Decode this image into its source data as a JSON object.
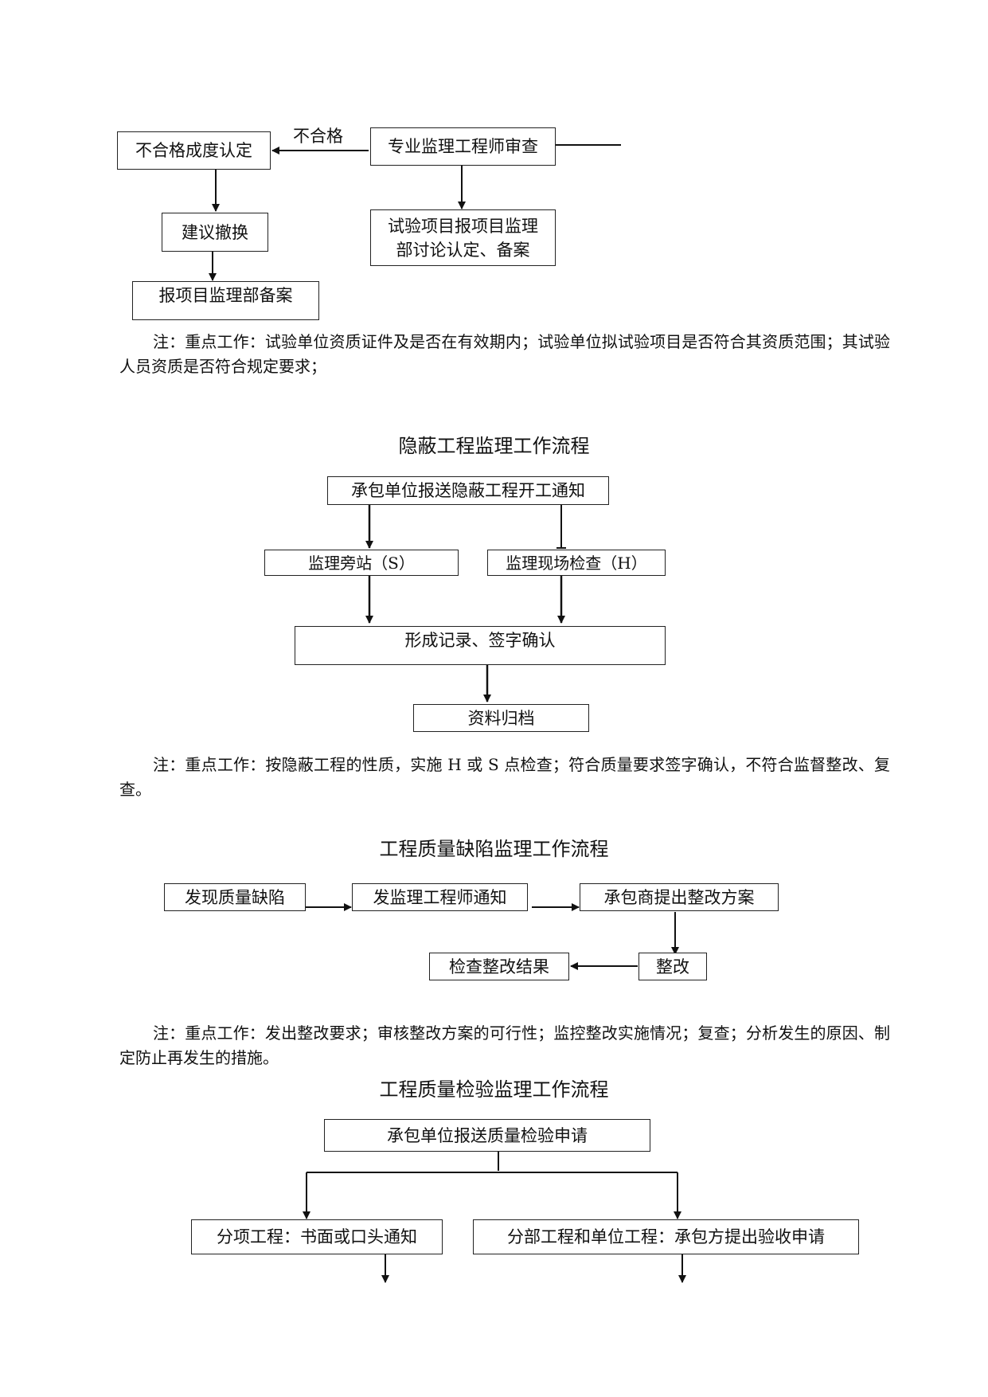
{
  "flow1": {
    "box_unqualified": "不合格成度认定",
    "box_review": "专业监理工程师审查",
    "label_unqualified": "不合格",
    "box_replace": "建议撤换",
    "box_test_items": "试验项目报项目监理部讨论认定、备案",
    "box_report_dept": "报项目监理部备案",
    "note": "注：重点工作：试验单位资质证件及是否在有效期内；试验单位拟试验项目是否符合其资质范围；其试验人员资质是否符合规定要求；"
  },
  "flow2": {
    "title": "隐蔽工程监理工作流程",
    "box_notice": "承包单位报送隐蔽工程开工通知",
    "box_side": "监理旁站（S）",
    "box_inspect": "监理现场检查（H）",
    "box_record": "形成记录、签字确认",
    "box_archive": "资料归档",
    "note": "注：重点工作：按隐蔽工程的性质，实施 H 或 S 点检查；符合质量要求签字确认，不符合监督整改、复查。"
  },
  "flow3": {
    "title": "工程质量缺陷监理工作流程",
    "box_find": "发现质量缺陷",
    "box_notify": "发监理工程师通知",
    "box_plan": "承包商提出整改方案",
    "box_rectify": "整改",
    "box_check": "检查整改结果",
    "note": "注：重点工作：发出整改要求；审核整改方案的可行性；监控整改实施情况；复查；分析发生的原因、制定防止再发生的措施。"
  },
  "flow4": {
    "title": "工程质量检验监理工作流程",
    "box_apply": "承包单位报送质量检验申请",
    "box_subitem": "分项工程：书面或口头通知",
    "box_subdivision": "分部工程和单位工程：承包方提出验收申请"
  }
}
